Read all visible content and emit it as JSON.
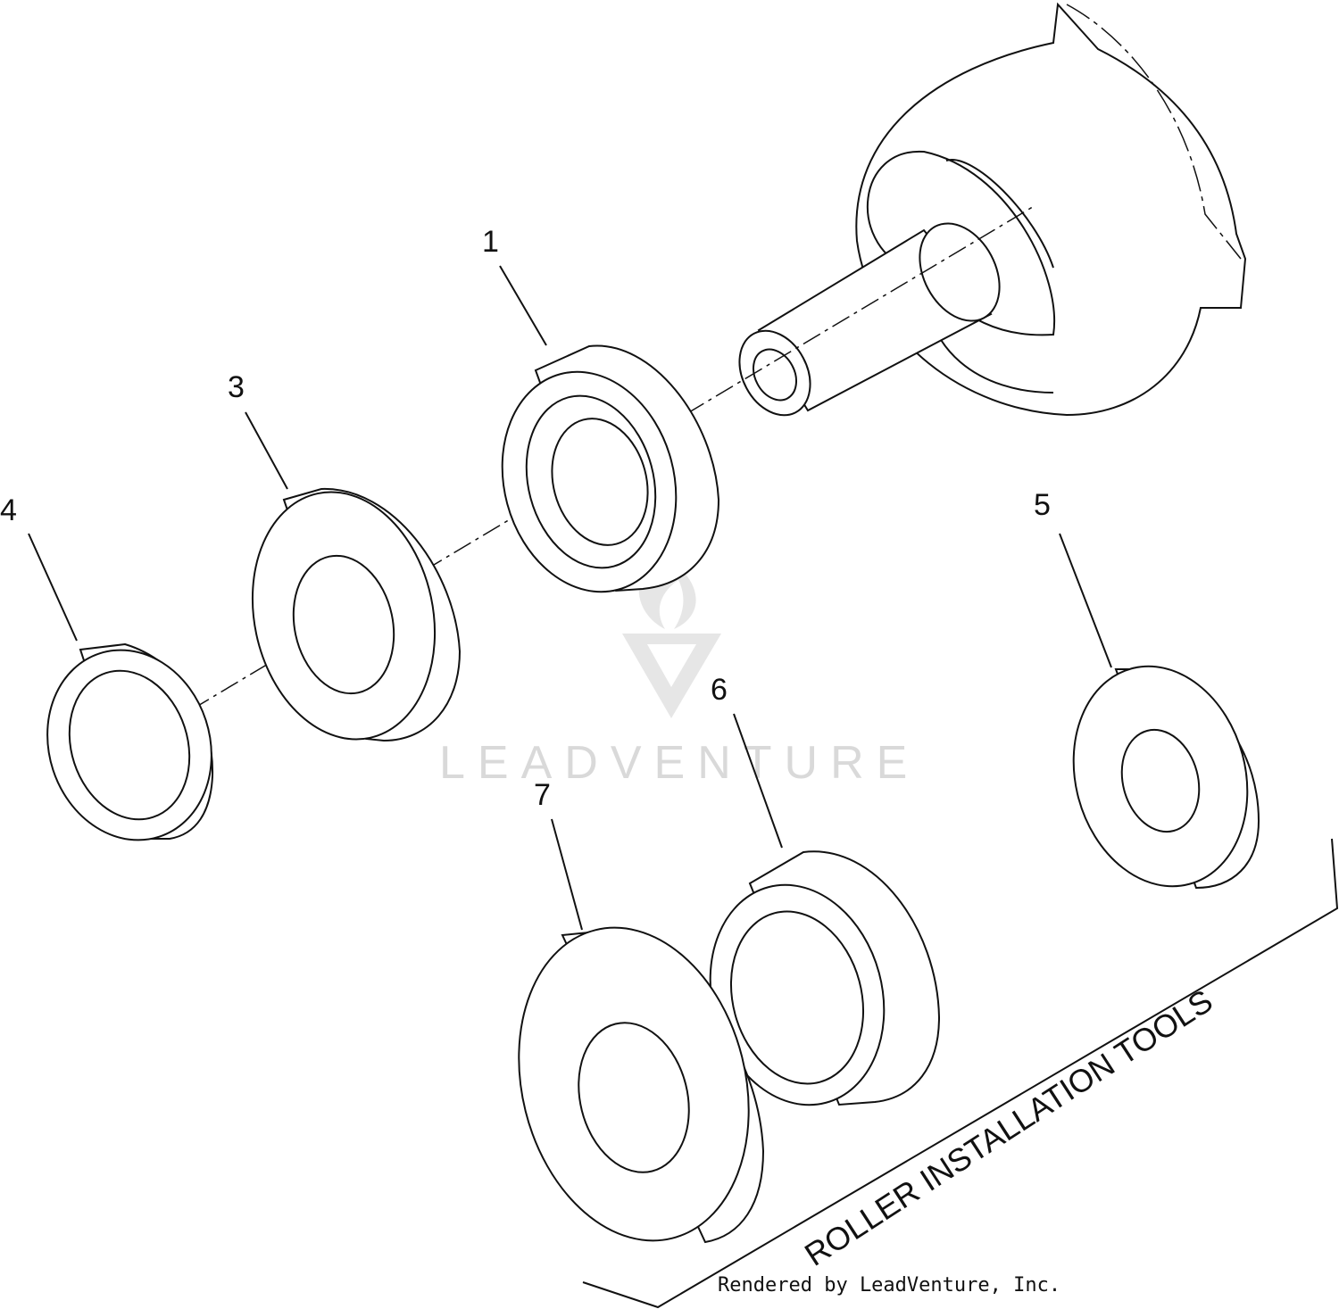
{
  "callouts": [
    "1",
    "3",
    "4",
    "5",
    "6",
    "7"
  ],
  "group_label": "ROLLER INSTALLATION TOOLS",
  "watermark": "LEADVENTURE",
  "footer": "Rendered by LeadVenture, Inc."
}
